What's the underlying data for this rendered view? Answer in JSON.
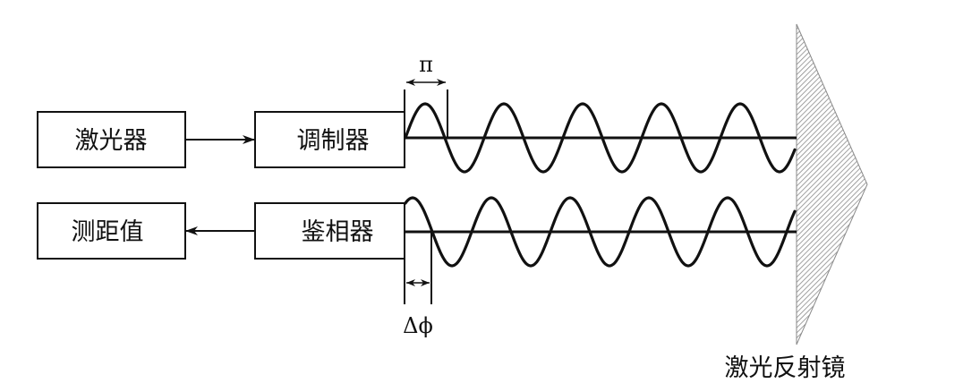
{
  "diagram": {
    "title": "激光相位测距原理示意图",
    "blocks": {
      "laser": "激光器",
      "modulator": "调制器",
      "phase_detector": "鉴相器",
      "distance_value": "测距值"
    },
    "reflector_label": "激光反射镜",
    "annotations": {
      "half_period": "π",
      "phase_shift": "Δϕ"
    },
    "flows": [
      {
        "from": "激光器",
        "to": "调制器"
      },
      {
        "from": "鉴相器",
        "to": "测距值"
      }
    ],
    "waves": {
      "outgoing_cycles": 5,
      "return_cycles": 5
    },
    "colors": {
      "stroke": "#111111",
      "hatch": "#8a8a8a",
      "background": "#ffffff"
    }
  }
}
